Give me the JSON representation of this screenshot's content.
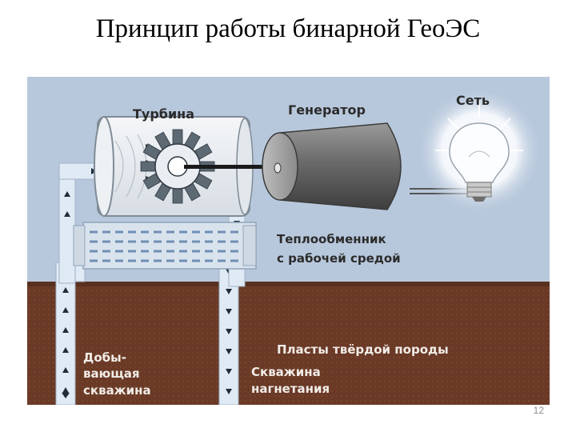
{
  "title": "Принцип работы бинарной ГеоЭС",
  "diagram": {
    "labels": {
      "turbine": "Турбина",
      "generator": "Генератор",
      "grid": "Сеть",
      "heat_exchanger_line1": "Теплообменник",
      "heat_exchanger_line2": "с рабочей средой",
      "rock_layers": "Пласты твёрдой породы",
      "production_well_line1": "Добы-",
      "production_well_line2": "вающая",
      "production_well_line3": "скважина",
      "injection_well_line1": "Скважина",
      "injection_well_line2": "нагнетания"
    },
    "colors": {
      "sky": "#b8c8dc",
      "ground": "#6a3a26",
      "pipe": "#dfeaf4",
      "generator_body": "#6f6f6f"
    }
  },
  "page_number": "12"
}
